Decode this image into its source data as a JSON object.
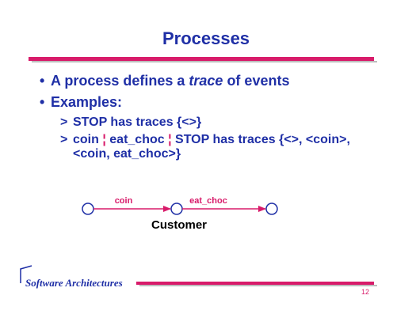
{
  "slide": {
    "title": "Processes",
    "bullets": [
      {
        "pre": "A process defines a ",
        "em": "trace",
        "post": " of events"
      },
      {
        "text": "Examples:"
      }
    ],
    "examples": [
      {
        "text": "STOP has traces {<>}"
      },
      {
        "part1": "coin ",
        "sep1": "¦",
        "part2": " eat_choc ",
        "sep2": "¦",
        "part3": " STOP has traces {<>, <coin>,",
        "line2": "<coin, eat_choc>}"
      }
    ],
    "footer_text": "Software Architectures",
    "page_number": "12"
  },
  "diagram": {
    "name": "Customer",
    "transitions": [
      {
        "label": "coin"
      },
      {
        "label": "eat_choc"
      }
    ]
  },
  "colors": {
    "title_blue": "#1f2fa6",
    "accent_magenta": "#d81b6a"
  }
}
